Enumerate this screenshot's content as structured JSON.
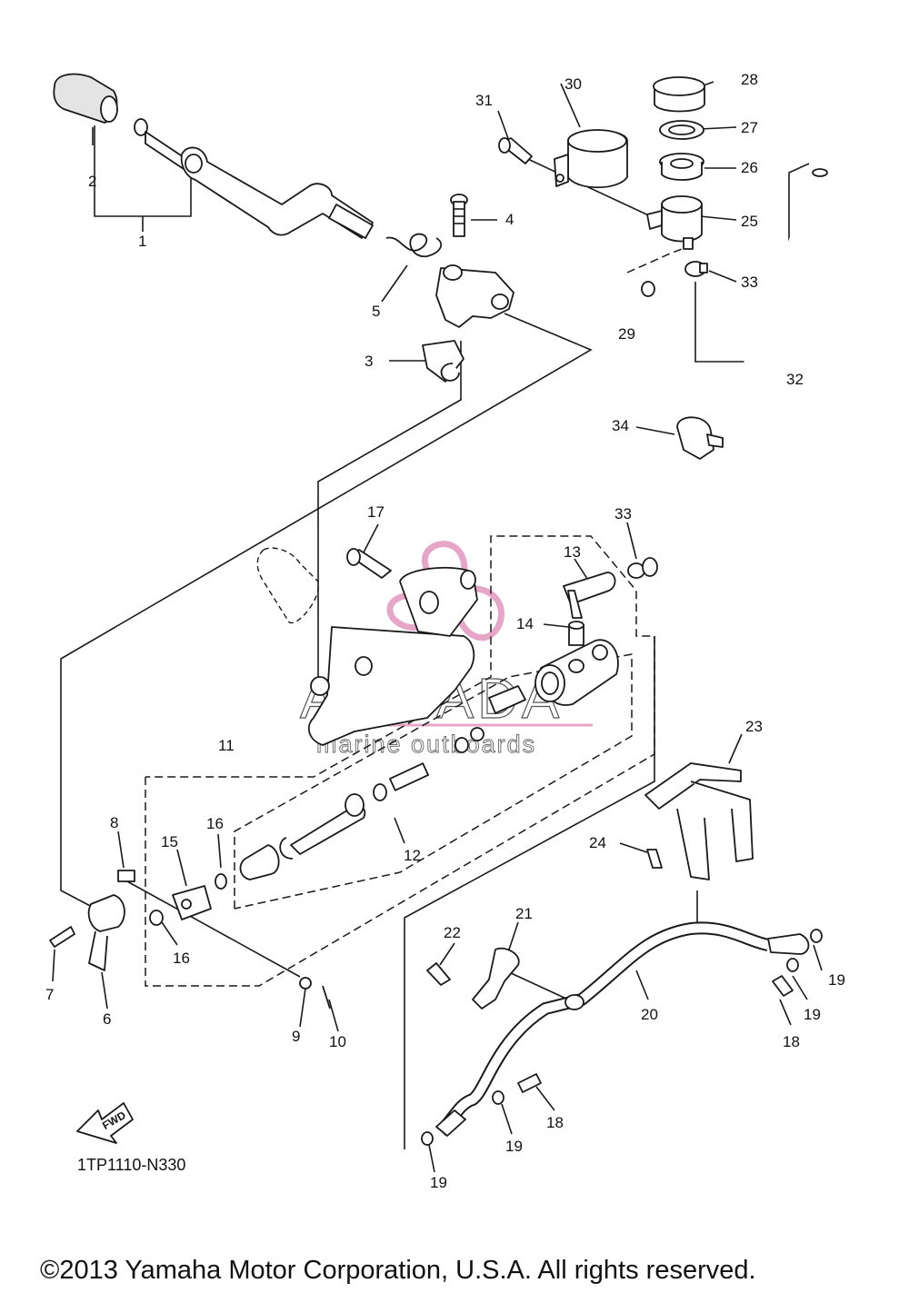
{
  "diagram": {
    "callouts": [
      "1",
      "2",
      "3",
      "4",
      "5",
      "6",
      "7",
      "8",
      "9",
      "10",
      "11",
      "12",
      "13",
      "14",
      "15",
      "16",
      "16",
      "17",
      "18",
      "18",
      "19",
      "19",
      "19",
      "19",
      "20",
      "21",
      "22",
      "23",
      "24",
      "25",
      "26",
      "27",
      "28",
      "29",
      "30",
      "31",
      "32",
      "33",
      "33",
      "34"
    ],
    "fwd_label": "FWD",
    "diagram_code": "1TP1110-N330",
    "copyright": "©2013 Yamaha Motor Corporation, U.S.A. All rights reserved."
  },
  "watermark": {
    "brand": "ARMADA",
    "tagline": "marine outboards",
    "accent_color": "#e7a6c8"
  }
}
